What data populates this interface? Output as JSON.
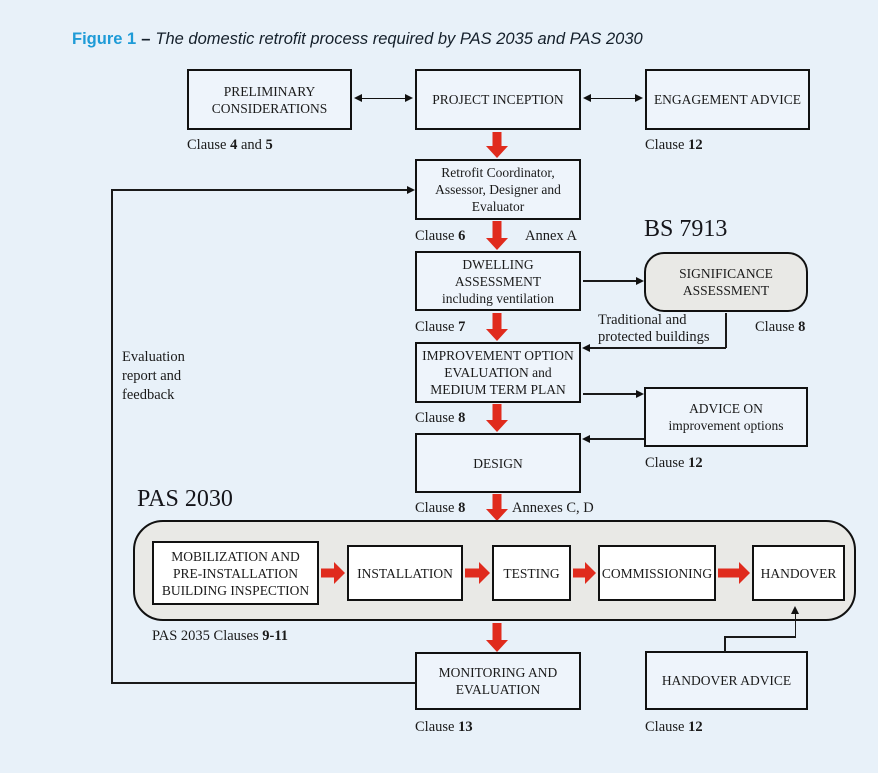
{
  "title": {
    "figure_label": "Figure 1",
    "separator": "–",
    "text": "The domestic retrofit process required by PAS 2035 and PAS 2030"
  },
  "colors": {
    "background": "#e8f1f9",
    "box_fill": "#eef4fb",
    "grey_fill": "#e9e9e6",
    "white_fill": "#ffffff",
    "border": "#111111",
    "connector": "#1a1a1a",
    "red_arrow": "#e02b1d",
    "figure_label_blue": "#1e9bd7",
    "title_text": "#15202b"
  },
  "boxes": {
    "preliminary": [
      "PRELIMINARY",
      "CONSIDERATIONS"
    ],
    "project_inception": [
      "PROJECT INCEPTION"
    ],
    "engagement_advice": [
      "ENGAGEMENT ADVICE"
    ],
    "retrofit_coordinator": [
      "Retrofit Coordinator,",
      "Assessor, Designer and",
      "Evaluator"
    ],
    "dwelling": [
      "DWELLING",
      "ASSESSMENT",
      "including ventilation"
    ],
    "significance": [
      "SIGNIFICANCE",
      "ASSESSMENT"
    ],
    "improvement": [
      "IMPROVEMENT OPTION",
      "EVALUATION and",
      "MEDIUM TERM PLAN"
    ],
    "advice": [
      "ADVICE ON",
      "improvement options"
    ],
    "design": [
      "DESIGN"
    ],
    "mobilization": [
      "MOBILIZATION AND",
      "PRE-INSTALLATION",
      "BUILDING INSPECTION"
    ],
    "installation": [
      "INSTALLATION"
    ],
    "testing": [
      "TESTING"
    ],
    "commissioning": [
      "COMMISSIONING"
    ],
    "handover": [
      "HANDOVER"
    ],
    "monitoring": [
      "MONITORING AND",
      "EVALUATION"
    ],
    "handover_advice": [
      "HANDOVER ADVICE"
    ]
  },
  "labels": {
    "bs7913": "BS 7913",
    "pas2030": "PAS 2030",
    "evaluation_feedback": [
      "Evaluation",
      "report and",
      "feedback"
    ],
    "traditional": [
      "Traditional and",
      "protected buildings"
    ]
  },
  "clauses": {
    "clause_4_5": [
      [
        "Clause ",
        0
      ],
      [
        "4",
        1
      ],
      [
        " and ",
        0
      ],
      [
        "5",
        1
      ]
    ],
    "clause_12_top": [
      [
        "Clause ",
        0
      ],
      [
        "12",
        1
      ]
    ],
    "clause_6": [
      [
        "Clause ",
        0
      ],
      [
        "6",
        1
      ]
    ],
    "annex_a": [
      [
        "Annex A",
        0
      ]
    ],
    "clause_7": [
      [
        "Clause ",
        0
      ],
      [
        "7",
        1
      ]
    ],
    "clause_8_sig": [
      [
        "Clause ",
        0
      ],
      [
        "8",
        1
      ]
    ],
    "clause_8_imp": [
      [
        "Clause ",
        0
      ],
      [
        "8",
        1
      ]
    ],
    "clause_12_advice": [
      [
        "Clause ",
        0
      ],
      [
        "12",
        1
      ]
    ],
    "clause_8_design": [
      [
        "Clause ",
        0
      ],
      [
        "8",
        1
      ]
    ],
    "annexes_cd": [
      [
        "Annexes C, D",
        0
      ]
    ],
    "pas2035_clauses": [
      [
        "PAS 2035 Clauses ",
        0
      ],
      [
        "9-11",
        1
      ]
    ],
    "clause_13": [
      [
        "Clause ",
        0
      ],
      [
        "13",
        1
      ]
    ],
    "clause_12_handover": [
      [
        "Clause ",
        0
      ],
      [
        "12",
        1
      ]
    ]
  }
}
